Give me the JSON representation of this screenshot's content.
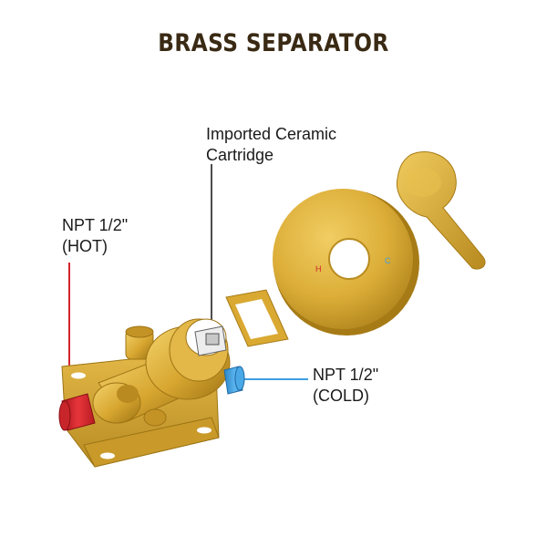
{
  "title": "BRASS SEPARATOR",
  "callouts": {
    "cartridge": {
      "line1": "Imported Ceramic",
      "line2": "Cartridge"
    },
    "hot": {
      "line1": "NPT 1/2\"",
      "line2": "(HOT)"
    },
    "cold": {
      "line1": "NPT 1/2\"",
      "line2": "(COLD)"
    }
  },
  "colors": {
    "brass": "#d9a932",
    "brass_dark": "#a77b17",
    "title": "#3a2a14",
    "hot_port": "#d2262c",
    "cold_port": "#3f9fe0"
  },
  "trim_marks": {
    "hot": "H",
    "cold": "C"
  }
}
